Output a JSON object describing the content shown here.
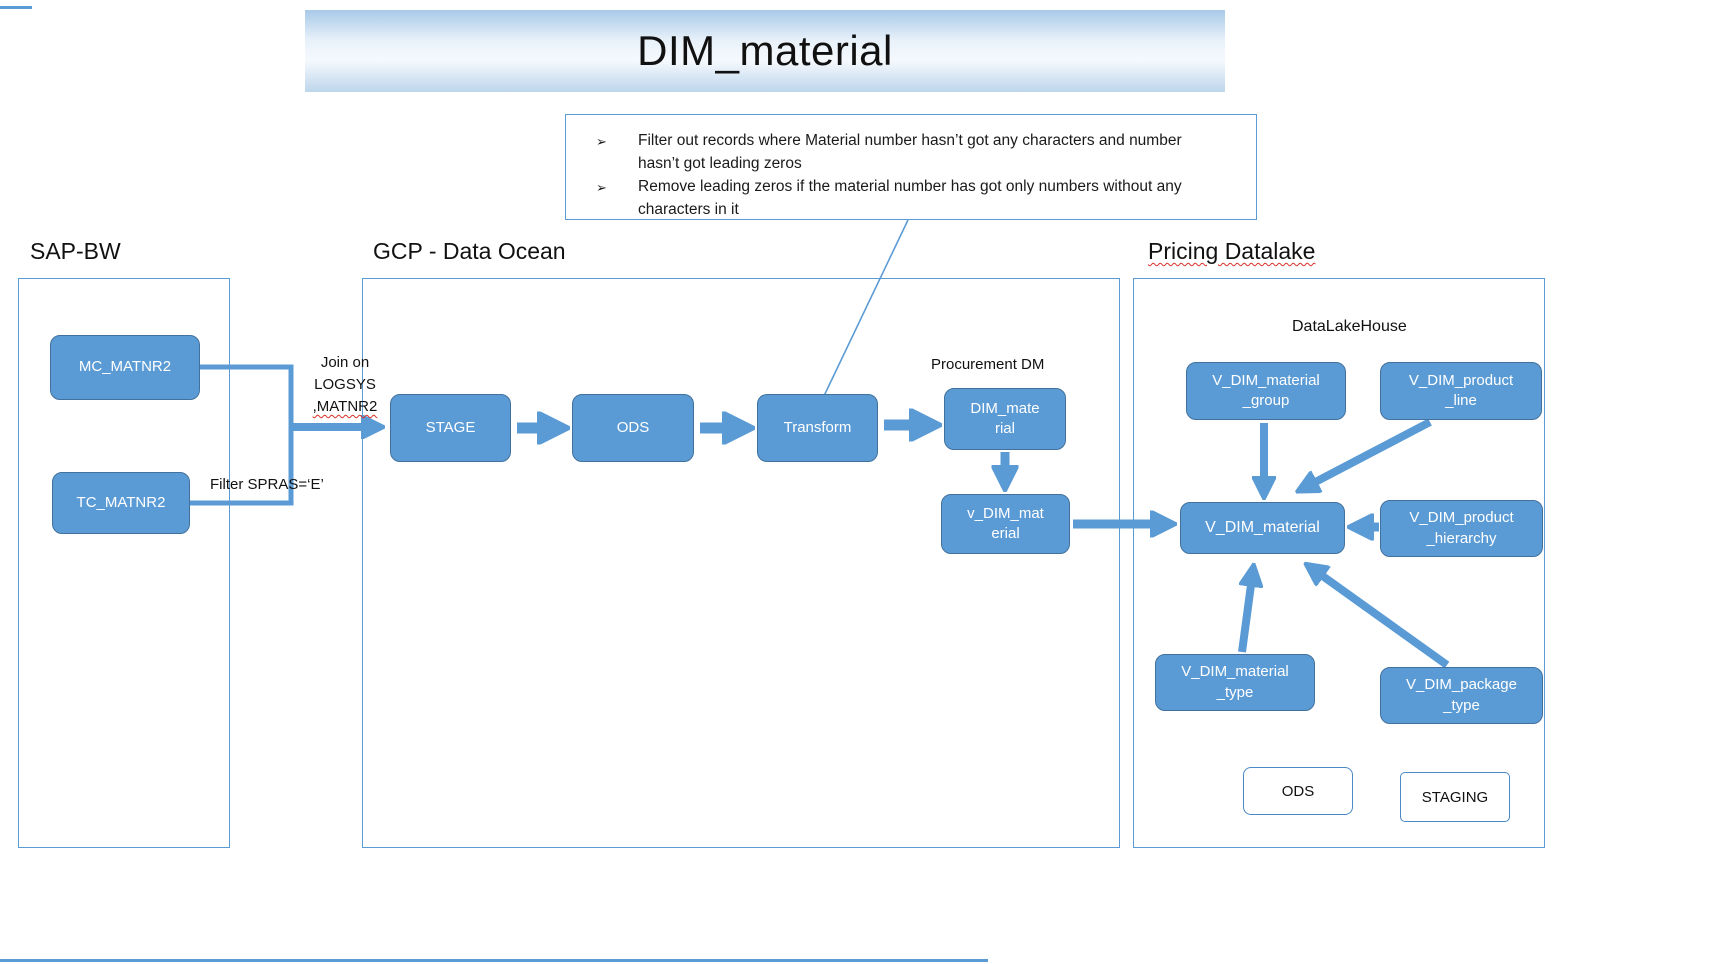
{
  "title": "DIM_material",
  "note": {
    "bullet": "➢",
    "items": [
      "Filter out records where Material number hasn’t got any characters and number hasn’t got leading zeros",
      "Remove leading zeros if the material number has got only numbers without any characters in it"
    ]
  },
  "sections": {
    "sap_bw": {
      "label": "SAP-BW"
    },
    "gcp": {
      "label": "GCP - Data Ocean"
    },
    "pricing": {
      "label": "Pricing Datalake"
    }
  },
  "labels": {
    "join_line1": "Join on",
    "join_line2": "LOGSYS",
    "join_line3": ",MATNR2",
    "filter": "Filter SPRAS=‘E’",
    "procurement_dm": "Procurement DM",
    "datalakehouse": "DataLakeHouse"
  },
  "nodes": {
    "mc_matnr2": "MC_MATNR2",
    "tc_matnr2": "TC_MATNR2",
    "stage": "STAGE",
    "ods": "ODS",
    "transform": "Transform",
    "dim_material": "DIM_mate\nrial",
    "v_dim_material": "v_DIM_mat\nerial",
    "v_dim_material_group": "V_DIM_material\n_group",
    "v_dim_product_line": "V_DIM_product\n_line",
    "v_dim_material_main": "V_DIM_material",
    "v_dim_product_hierarchy": "V_DIM_product\n_hierarchy",
    "v_dim_material_type": "V_DIM_material\n_type",
    "v_dim_package_type": "V_DIM_package\n_type"
  },
  "legend": {
    "ods": "ODS",
    "staging": "STAGING"
  },
  "colors": {
    "node_fill": "#5B9BD5",
    "node_border": "#41719C",
    "connector": "#5B9BD5",
    "section_border": "#5B9BD5"
  }
}
